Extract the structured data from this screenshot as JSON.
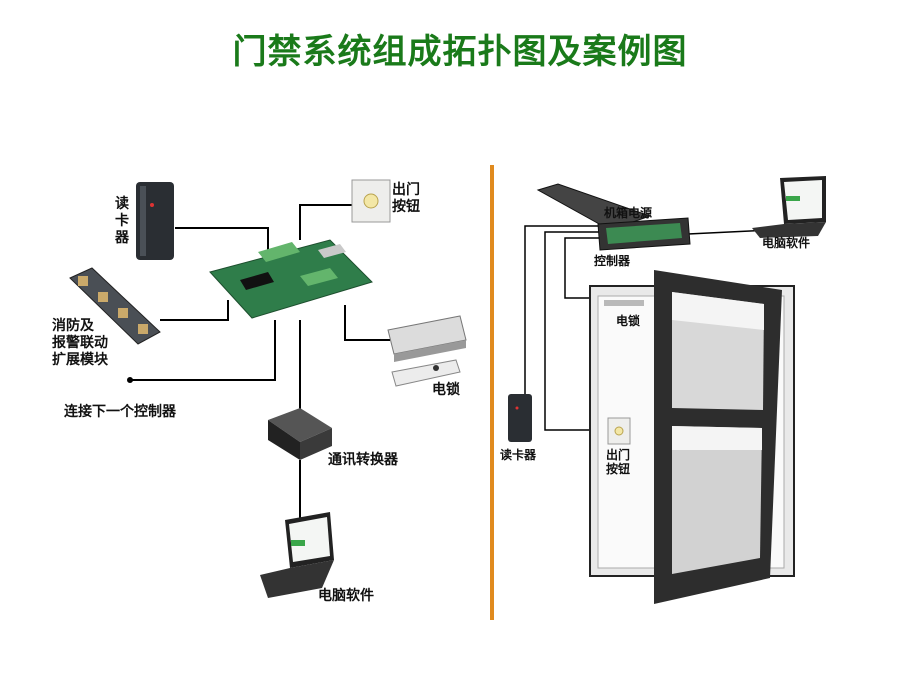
{
  "title": "门禁系统组成拓扑图及案例图",
  "left": {
    "reader": [
      "读",
      "卡",
      "器"
    ],
    "exit_button": [
      "出门",
      "按钮"
    ],
    "fire_module": [
      "消防及",
      "报警联动",
      "扩展模块"
    ],
    "next_controller": "连接下一个控制器",
    "lock": "电锁",
    "converter": "通讯转换器",
    "pc": "电脑软件"
  },
  "right": {
    "power": "机箱电源",
    "controller": "控制器",
    "pc": "电脑软件",
    "lock": "电锁",
    "reader": "读卡器",
    "exit_button": [
      "出门",
      "按钮"
    ]
  },
  "colors": {
    "title": "#1a7a1a",
    "divider": "#e08a1e",
    "board": "#2f7d4a"
  }
}
